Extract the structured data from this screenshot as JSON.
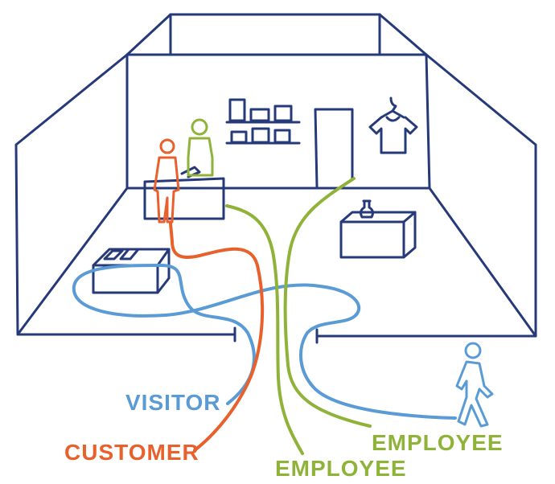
{
  "labels": {
    "visitor": "VISITOR",
    "customer": "CUSTOMER",
    "employee_right": "EMPLOYEE",
    "employee_bottom": "EMPLOYEE"
  },
  "colors": {
    "outline": "#263a7a",
    "visitor": "#5b9bd5",
    "customer": "#e8612c",
    "employee": "#8fb339"
  },
  "icons": [
    "shelf-icon",
    "tshirt-hanger-icon",
    "vase-icon",
    "walking-person-icon",
    "person-icon"
  ]
}
